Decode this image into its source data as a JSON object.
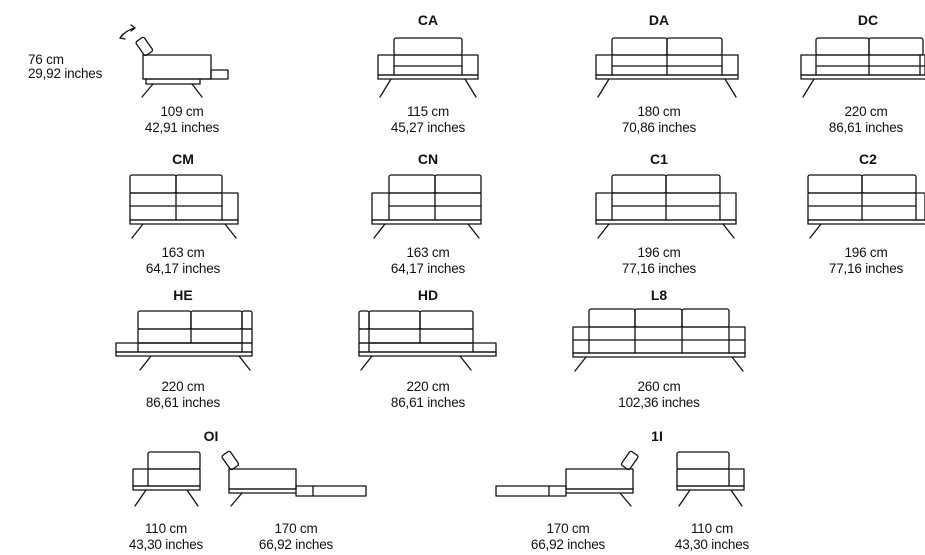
{
  "height": {
    "cm": "76 cm",
    "inches": "29,92 inches"
  },
  "items": [
    {
      "code": "",
      "cm": "109 cm",
      "inches": "42,91 inches"
    },
    {
      "code": "CA",
      "cm": "115 cm",
      "inches": "45,27 inches"
    },
    {
      "code": "DA",
      "cm": "180 cm",
      "inches": "70,86 inches"
    },
    {
      "code": "DC",
      "cm": "220 cm",
      "inches": "86,61 inches"
    },
    {
      "code": "CM",
      "cm": "163 cm",
      "inches": "64,17 inches"
    },
    {
      "code": "CN",
      "cm": "163 cm",
      "inches": "64,17 inches"
    },
    {
      "code": "C1",
      "cm": "196 cm",
      "inches": "77,16 inches"
    },
    {
      "code": "C2",
      "cm": "196 cm",
      "inches": "77,16 inches"
    },
    {
      "code": "HE",
      "cm": "220 cm",
      "inches": "86,61 inches"
    },
    {
      "code": "HD",
      "cm": "220 cm",
      "inches": "86,61 inches"
    },
    {
      "code": "L8",
      "cm": "260 cm",
      "inches": "102,36 inches"
    },
    {
      "code": "OI",
      "cm": "110 cm",
      "inches": "43,30 inches"
    },
    {
      "code": "",
      "cm": "170 cm",
      "inches": "66,92 inches"
    },
    {
      "code": "1I",
      "cm": "170 cm",
      "inches": "66,92 inches"
    },
    {
      "code": "",
      "cm": "110 cm",
      "inches": "43,30 inches"
    }
  ]
}
